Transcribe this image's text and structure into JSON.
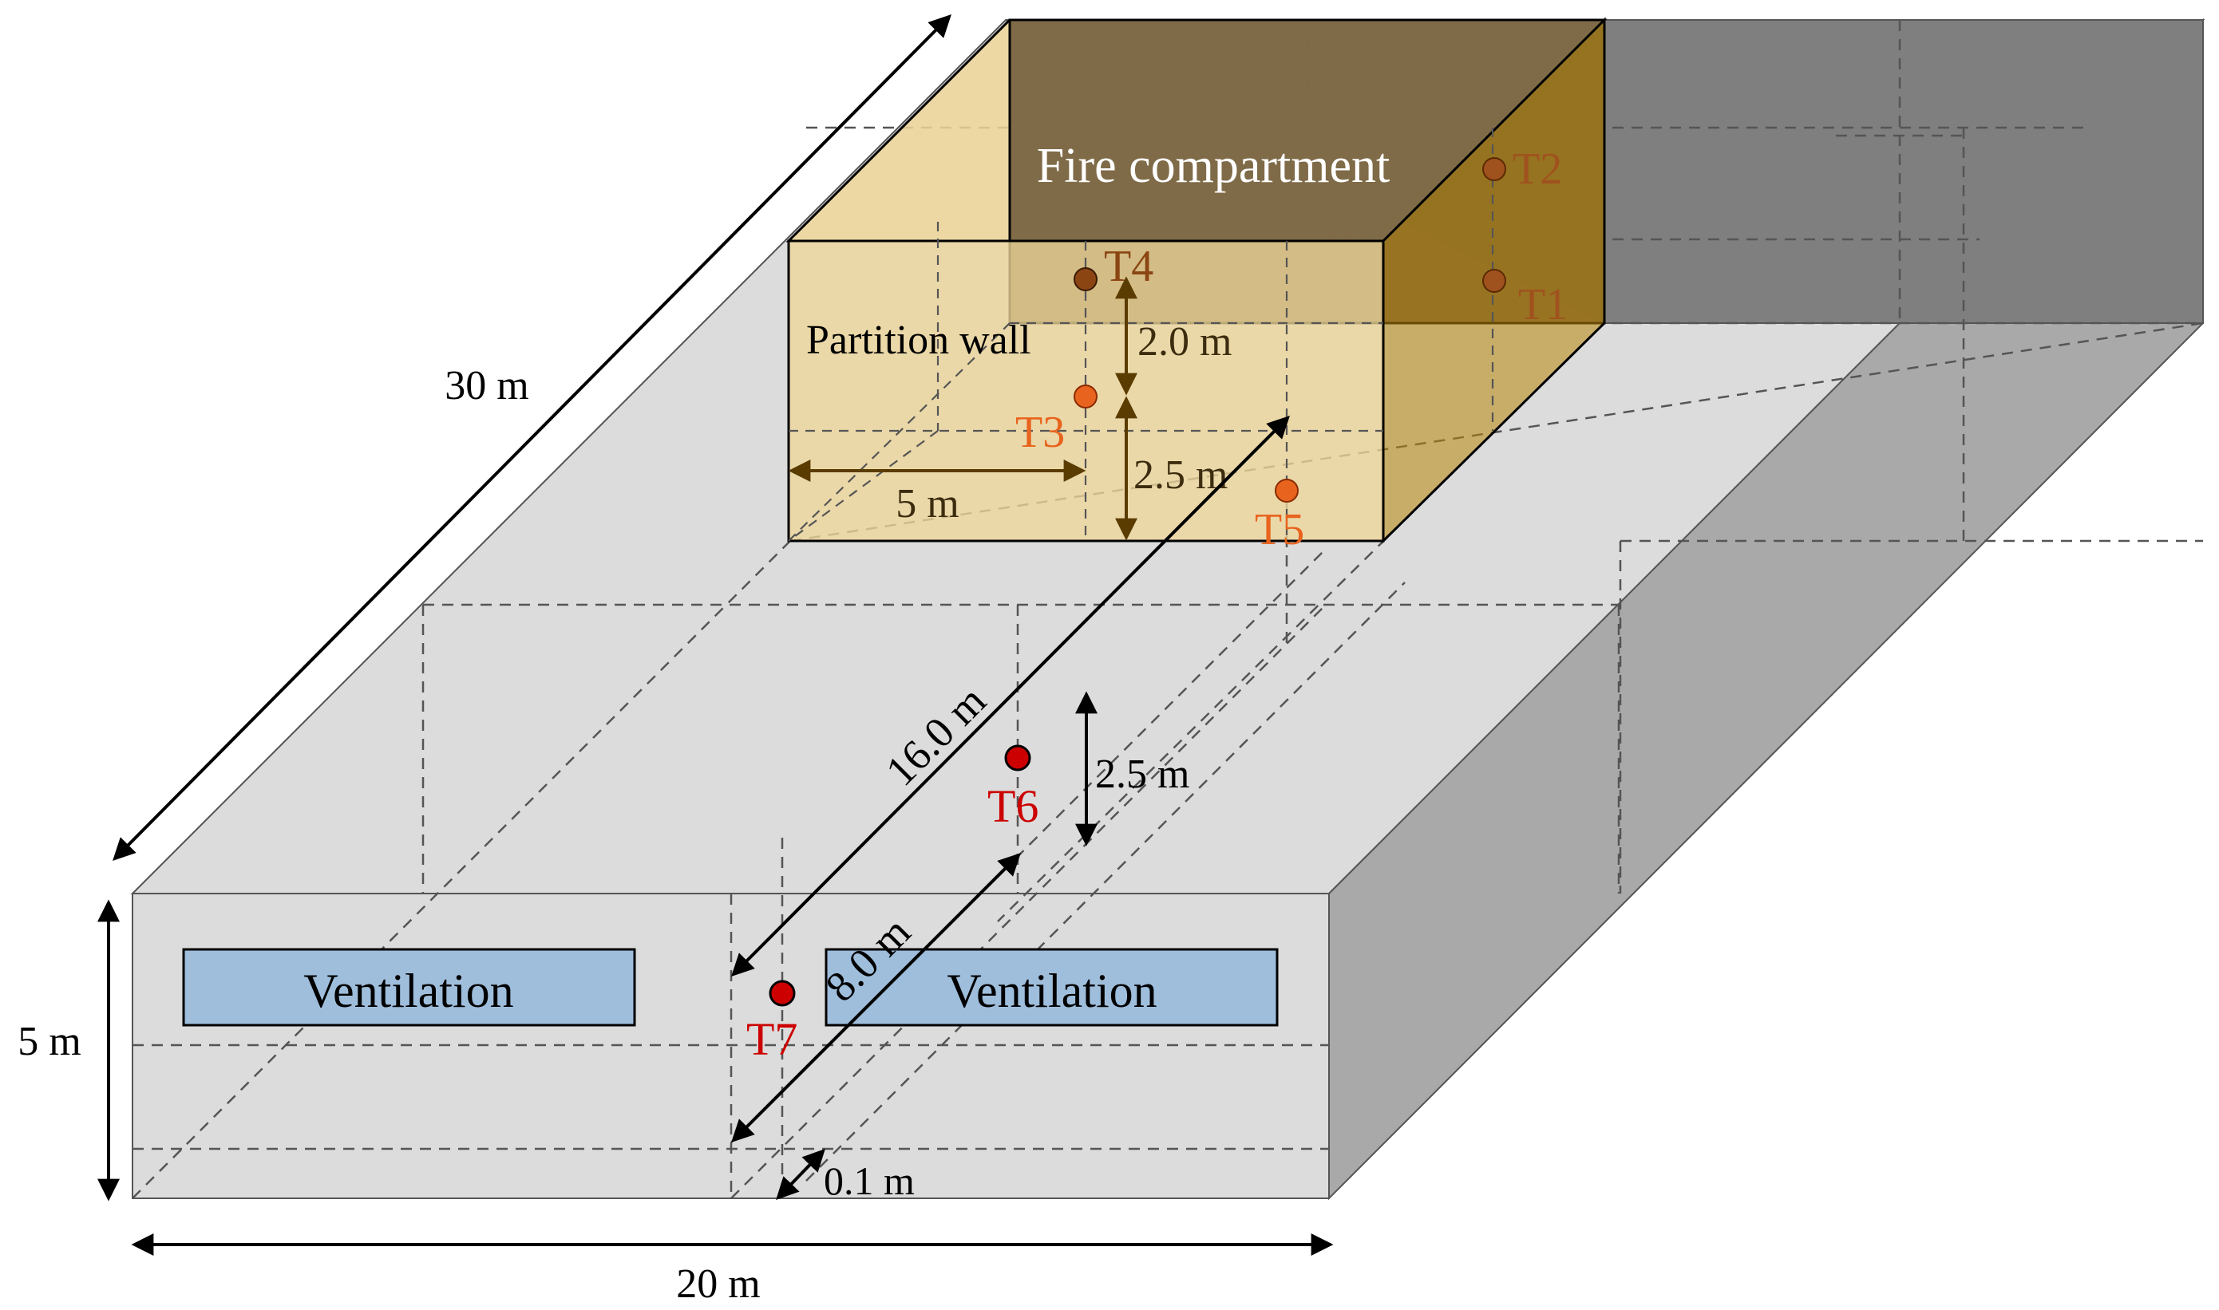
{
  "labels": {
    "fire_compartment": "Fire compartment",
    "partition_wall": "Partition wall",
    "ventilation_left": "Ventilation",
    "ventilation_right": "Ventilation"
  },
  "dimensions": {
    "length": "30 m",
    "width": "20 m",
    "height": "5 m",
    "wall_offset": "5 m",
    "t4_above_t3": "2.0 m",
    "t3_height": "2.5 m",
    "t5_to_t6": "16.0 m",
    "t6_height": "2.5 m",
    "t6_to_t7": "8.0 m",
    "t7_gap": "0.1 m"
  },
  "sensors": {
    "t1": "T1",
    "t2": "T2",
    "t3": "T3",
    "t4": "T4",
    "t5": "T5",
    "t6": "T6",
    "t7": "T7"
  },
  "colors": {
    "tunnel_face": "#dcdcdc",
    "tunnel_side": "#a9a9a9",
    "tunnel_end_dark": "#7f7f7f",
    "fire_compartment": "#f0d79a",
    "fire_compartment_dark": "#6e5a3c",
    "ventilation": "#9fbedc",
    "sensor_red": "#cc0000",
    "sensor_orange": "#e8641e",
    "sensor_brown": "#8b4513"
  }
}
